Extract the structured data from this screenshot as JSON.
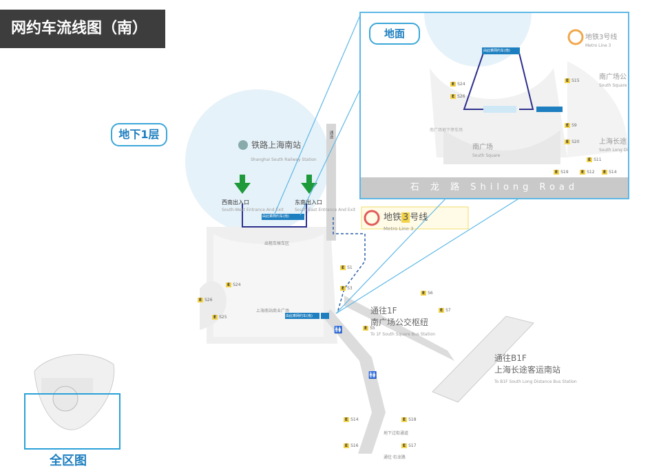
{
  "title": "网约车流线图（南）",
  "level_b1": "地下1层",
  "ground_label": "地面",
  "overview_label": "全区图",
  "station": {
    "name_zh": "铁路上海南站",
    "name_en": "Shanghai South Railway Station"
  },
  "exits": {
    "southwest": {
      "zh": "西南出入口",
      "en": "South-West Entrance And Exit"
    },
    "southeast": {
      "zh": "东南出入口",
      "en": "South-East Entrance And Exit"
    }
  },
  "metro": {
    "prefix": "地铁",
    "num": "3",
    "suffix": "号线",
    "en": "Metro Line 3"
  },
  "pickup_sign": "由此乘网约车(南)",
  "corridor_label": "通道",
  "to_1f": {
    "line1": "通往1F",
    "line2": "南广场公交枢纽",
    "en": "To 1F South Square Bus Station"
  },
  "to_b1f": {
    "line1": "通往B1F",
    "line2": "上海长途客运南站",
    "en": "To B1F South Long Distance Bus Station"
  },
  "b1_small_labels": {
    "parking": "出租车候车区",
    "mall": "上海南站商业广场",
    "underground": "地下过街通道",
    "exit_s": "通往·石龙路"
  },
  "exit_tags": [
    "S1",
    "S3",
    "S24",
    "S26",
    "S25",
    "S5",
    "S6",
    "S7",
    "S14",
    "S18",
    "S16",
    "S17"
  ],
  "inset": {
    "metro_label": "地铁3号线",
    "metro_en": "Metro Line 3",
    "south_square": {
      "zh": "南广场",
      "en": "South Square"
    },
    "south_square_park": {
      "zh": "南广场公",
      "en": "South Square"
    },
    "long_distance": {
      "zh": "上海长途",
      "en": "South Long Di"
    },
    "road": "石  龙  路   Shilong  Road",
    "tags": [
      "S24",
      "S26",
      "S15",
      "S9",
      "S20",
      "S11",
      "S19",
      "S12",
      "S14"
    ],
    "small_sign": "由此乘网约车(南)",
    "parking_zh": "南广场地下停车场"
  },
  "colors": {
    "route": "#2b2f8c",
    "arrow_green": "#1e9a3a",
    "accent": "#29a0d8",
    "exit_tag": "#f3d34a",
    "floor": "#e9e9e9",
    "circle": "#e8f3fa"
  }
}
